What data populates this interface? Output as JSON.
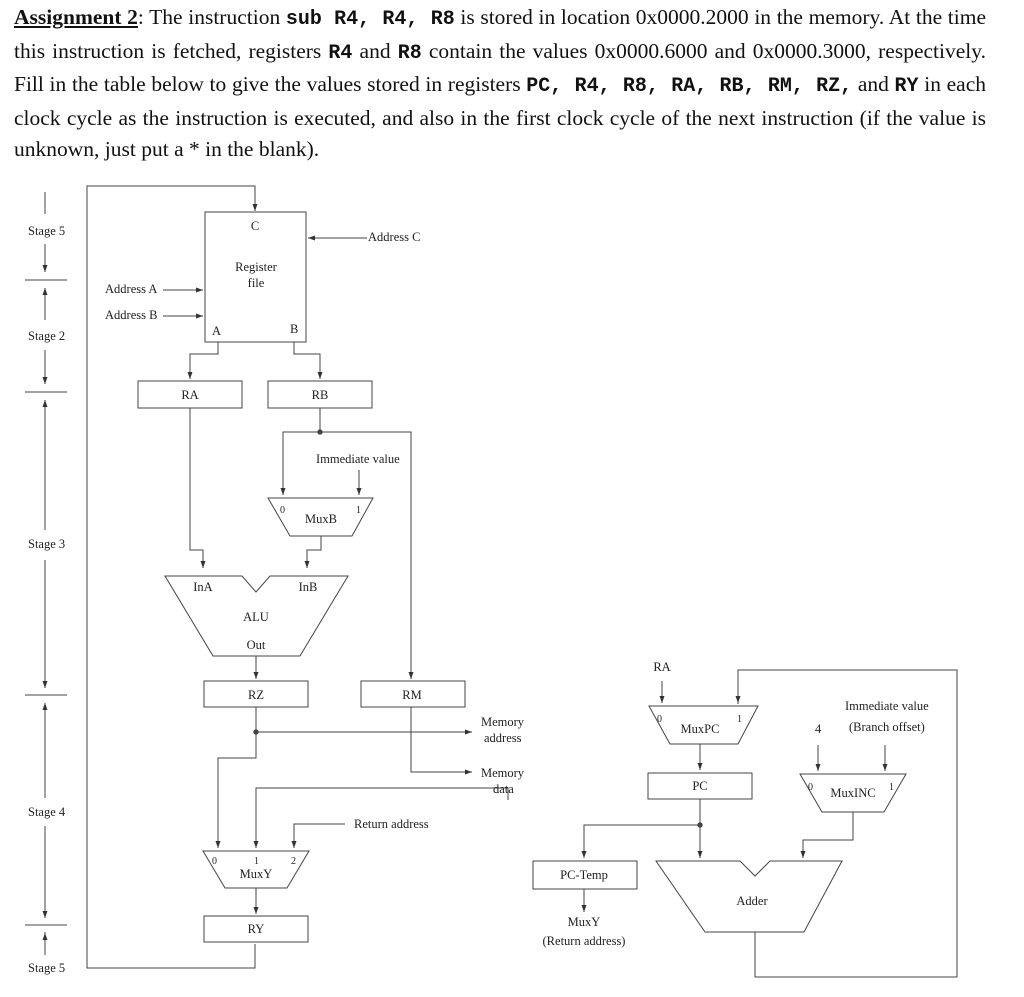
{
  "question": {
    "heading": "Assignment 2",
    "t1": ": The instruction ",
    "instr": "sub R4, R4, R8",
    "t2": " is stored in location 0x0000.2000 in the memory. At the time this instruction is fetched, registers ",
    "r4": "R4",
    "t3": " and ",
    "r8": "R8",
    "t4": " contain the values 0x0000.6000 and 0x0000.3000, respectively. Fill in the table below to give the values stored in registers ",
    "regs": "PC, R4, R8, RA, RB, RM, RZ,",
    "t5": " and ",
    "ry": "RY",
    "t6": " in each clock cycle as the instruction is executed, and also in the first clock cycle of the next instruction (if the value is unknown, just put a * in the blank)."
  },
  "diagram": {
    "stages": [
      "Stage 5",
      "Stage 2",
      "Stage 3",
      "Stage 4",
      "Stage 5"
    ],
    "register_file": {
      "title_line1": "Register",
      "title_line2": "file",
      "port_c": "C",
      "port_a": "A",
      "port_b": "B"
    },
    "inputs": {
      "address_a": "Address A",
      "address_b": "Address B",
      "address_c": "Address C"
    },
    "registers": {
      "ra": "RA",
      "rb": "RB",
      "rz": "RZ",
      "rm": "RM",
      "ry": "RY",
      "pc": "PC",
      "pc_temp": "PC-Temp"
    },
    "immediate_value": "Immediate value",
    "muxb": {
      "label": "MuxB",
      "in0": "0",
      "in1": "1"
    },
    "alu": {
      "label": "ALU",
      "ina": "InA",
      "inb": "InB",
      "out": "Out"
    },
    "memory_address": {
      "line1": "Memory",
      "line2": "address"
    },
    "memory_data": {
      "line1": "Memory",
      "line2": "data"
    },
    "return_address": "Return address",
    "muxy": {
      "label": "MuxY",
      "in0": "0",
      "in1": "1",
      "in2": "2"
    },
    "ifu": {
      "ra_input": "RA",
      "muxpc": {
        "label": "MuxPC",
        "in0": "0",
        "in1": "1"
      },
      "imm_line1": "Immediate value",
      "imm_line2": "(Branch offset)",
      "four": "4",
      "muxinc": {
        "label": "MuxINC",
        "in0": "0",
        "in1": "1"
      },
      "adder": "Adder",
      "muxy_note_line1": "MuxY",
      "muxy_note_line2": "(Return address)"
    }
  }
}
